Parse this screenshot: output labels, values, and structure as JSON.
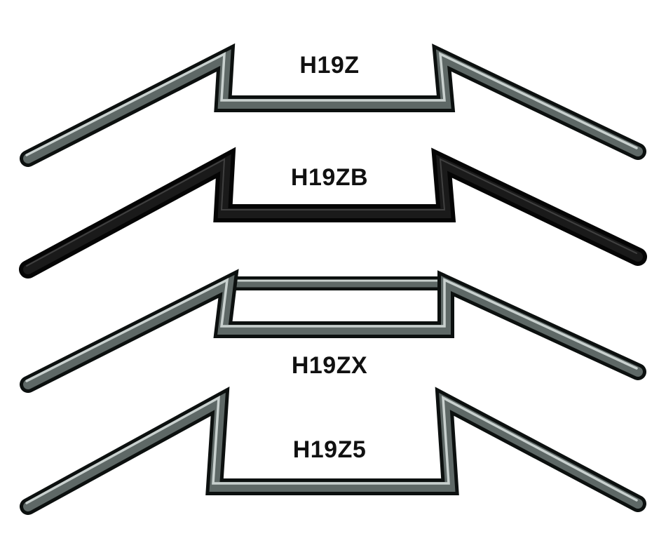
{
  "products": [
    {
      "model": "H19Z",
      "finish": "chrome"
    },
    {
      "model": "H19ZB",
      "finish": "black"
    },
    {
      "model": "H19ZX",
      "finish": "chrome"
    },
    {
      "model": "H19Z5",
      "finish": "chrome"
    }
  ]
}
